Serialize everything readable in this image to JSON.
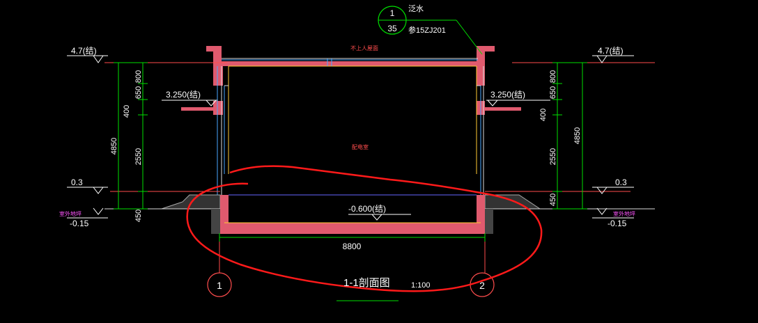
{
  "title": "1-1剖面图",
  "scale": "1:100",
  "detail_callout": {
    "number": "1",
    "sheet": "35",
    "label": "泛水",
    "reference": "参15ZJ201"
  },
  "roof_label": "不上人屋面",
  "room_label": "配电室",
  "levels": {
    "roof_left": "4.7(结)",
    "roof_right": "4.7(结)",
    "canopy_left": "3.250(结)",
    "canopy_right": "3.250(结)",
    "plinth_left": "0.3",
    "plinth_right": "0.3",
    "outdoor_left": "-0.15",
    "outdoor_right": "-0.15",
    "floor": "-0.600(结)"
  },
  "outdoor_ground_label": "室外地坪",
  "dimensions": {
    "left": [
      "800",
      "650",
      "400",
      "2550",
      "450"
    ],
    "left_total": "4850",
    "right": [
      "800",
      "650",
      "400",
      "2550",
      "450"
    ],
    "right_total": "4850",
    "span": "8800"
  },
  "axes": [
    "1",
    "2"
  ],
  "colors": {
    "background": "#000000",
    "structure": "#e05a6e",
    "dimension": "#00e000",
    "level": "#ffffff",
    "markup": "#ff2020",
    "wall_lines": "#4aa8ff"
  }
}
